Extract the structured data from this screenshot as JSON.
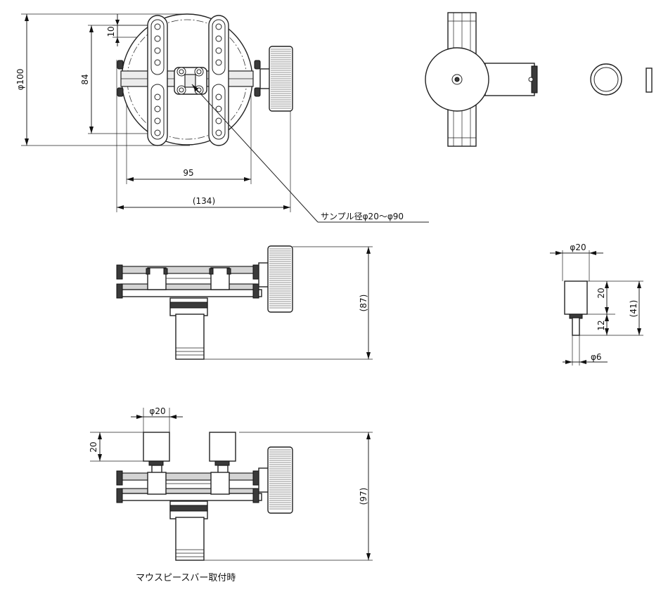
{
  "dimensions": {
    "dia100": "φ100",
    "d84": "84",
    "d10": "10",
    "d95": "95",
    "d134": "(134)",
    "sample": "サンプル径φ20～φ90",
    "h87": "(87)",
    "pin_dia20": "φ20",
    "pin_h20": "20",
    "pin_h12": "12",
    "pin_h41": "(41)",
    "pin_dia6": "φ6",
    "ms_dia20": "φ20",
    "ms_h20": "20",
    "h97": "(97)"
  },
  "caption": "マウスピースバー取付時"
}
